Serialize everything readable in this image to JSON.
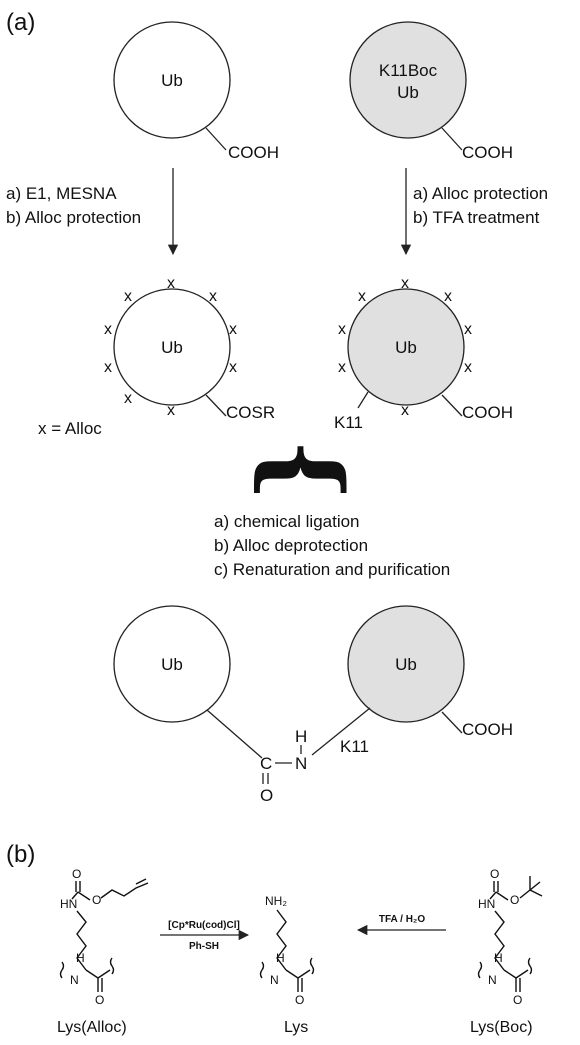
{
  "panel_a_label": "(a)",
  "panel_b_label": "(b)",
  "ub": "Ub",
  "k11boc": "K11Boc",
  "cooh": "COOH",
  "cosr": "COSR",
  "k11": "K11",
  "alloc_mark": "x",
  "alloc_def": "x = Alloc",
  "left_steps": [
    "a) E1, MESNA",
    "b) Alloc protection"
  ],
  "right_steps": [
    "a) Alloc protection",
    "b) TFA treatment"
  ],
  "ligation_steps": [
    "a) chemical ligation",
    "b) Alloc deprotection",
    "c) Renaturation and purification"
  ],
  "linkage": {
    "H": "H",
    "N": "N",
    "C": "C",
    "O": "O"
  },
  "panel_b": {
    "alloc_name": "Lys(Alloc)",
    "lys_name": "Lys",
    "boc_name": "Lys(Boc)",
    "reagent_left_top": "[Cp*Ru(cod)Cl]",
    "reagent_left_bottom": "Ph-SH",
    "reagent_right": "TFA / H₂O",
    "O": "O",
    "HN": "HN",
    "NH2": "NH₂",
    "H": "H",
    "N": "N"
  }
}
